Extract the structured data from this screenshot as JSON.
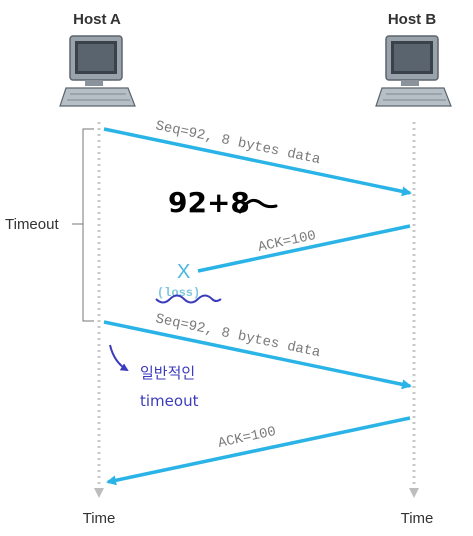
{
  "hosts": {
    "a_label": "Host A",
    "b_label": "Host B"
  },
  "time_labels": {
    "a": "Time",
    "b": "Time"
  },
  "timeout": {
    "label": "Timeout"
  },
  "messages": [
    {
      "text": "Seq=92, 8 bytes data"
    },
    {
      "text": "ACK=100"
    },
    {
      "text": "Seq=92, 8 bytes data"
    },
    {
      "text": "ACK=100"
    }
  ],
  "loss": {
    "mark": "X",
    "label": "(loss)"
  },
  "annotations": {
    "handwritten": "92+8",
    "korean_line1": "일반적인",
    "korean_line2": "timeout"
  },
  "colors": {
    "arrow": "#29b3e6",
    "note": "#3b3bbd",
    "timeline": "#c8c8c8"
  }
}
